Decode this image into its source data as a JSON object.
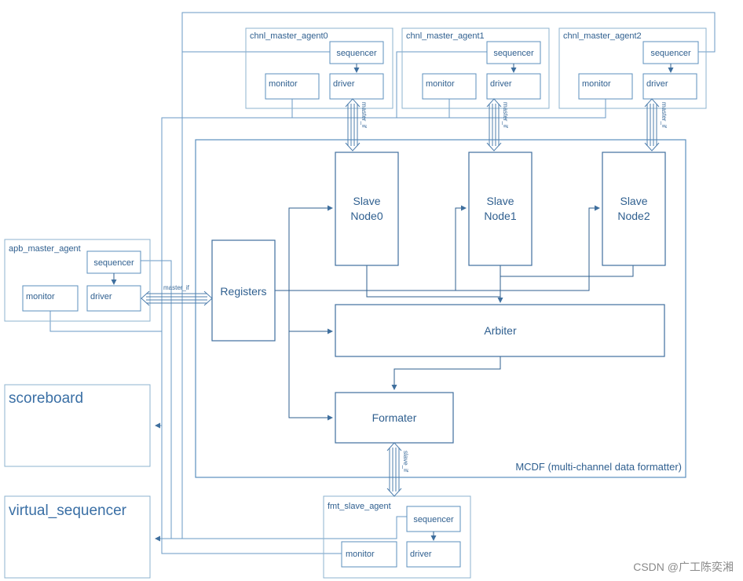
{
  "chnl_agents": [
    {
      "name": "chnl_master_agent0",
      "sequencer": "sequencer",
      "monitor": "monitor",
      "driver": "driver",
      "if_label": "master_if"
    },
    {
      "name": "chnl_master_agent1",
      "sequencer": "sequencer",
      "monitor": "monitor",
      "driver": "driver",
      "if_label": "master_if"
    },
    {
      "name": "chnl_master_agent2",
      "sequencer": "sequencer",
      "monitor": "monitor",
      "driver": "driver",
      "if_label": "master_if"
    }
  ],
  "apb_agent": {
    "name": "apb_master_agent",
    "sequencer": "sequencer",
    "monitor": "monitor",
    "driver": "driver",
    "if_label": "master_if"
  },
  "scoreboard": "scoreboard",
  "virtual_sequencer": "virtual_sequencer",
  "fmt_agent": {
    "name": "fmt_slave_agent",
    "sequencer": "sequencer",
    "monitor": "monitor",
    "driver": "driver",
    "if_label": "slave_if"
  },
  "mcdf": {
    "label": "MCDF (multi-channel data formatter)",
    "registers": "Registers",
    "arbiter": "Arbiter",
    "formater": "Formater",
    "slave_nodes": [
      {
        "line1": "Slave",
        "line2": "Node0"
      },
      {
        "line1": "Slave",
        "line2": "Node1"
      },
      {
        "line1": "Slave",
        "line2": "Node2"
      }
    ]
  },
  "watermark": "CSDN @广工陈奕湘"
}
